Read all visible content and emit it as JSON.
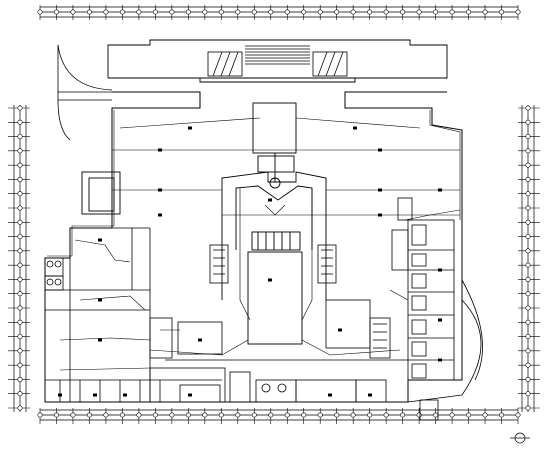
{
  "drawing": {
    "kind": "architectural floor plan (electrical layout)",
    "background": "#ffffff",
    "line_color": "#000000",
    "top_grid_bubbles": 30,
    "bottom_grid_bubbles": 30,
    "left_grid_bubbles": 22,
    "right_grid_bubbles": 22
  }
}
